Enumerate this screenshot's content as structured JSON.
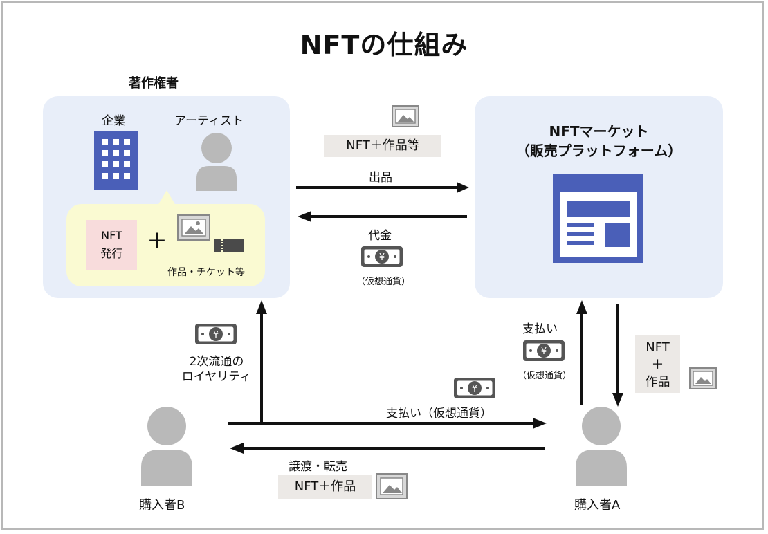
{
  "title": "NFTの仕組み",
  "copyright_holder": {
    "heading": "著作権者",
    "company_label": "企業",
    "artist_label": "アーティスト",
    "nft_issue_line1": "NFT",
    "nft_issue_line2": "発行",
    "plus": "＋",
    "works_label": "作品・チケット等"
  },
  "marketplace": {
    "line1": "NFTマーケット",
    "line2": "（販売プラットフォーム）"
  },
  "top_flow": {
    "chip": "NFT＋作品等",
    "listing": "出品",
    "payment": "代金",
    "currency_note": "（仮想通貨）",
    "yen": "¥"
  },
  "royalty": {
    "line1": "2次流通の",
    "line2": "ロイヤリティ"
  },
  "buyer_a_flow": {
    "payment": "支払い",
    "currency_note": "（仮想通貨）",
    "nft_line1": "NFT",
    "nft_line2": "＋",
    "nft_line3": "作品"
  },
  "bottom_flow": {
    "payment": "支払い（仮想通貨）",
    "transfer": "譲渡・転売",
    "chip": "NFT＋作品"
  },
  "buyer_a": "購入者A",
  "buyer_b": "購入者B",
  "colors": {
    "panel": "#e8eef9",
    "bubble": "#fafad2",
    "building": "#4a5fb8",
    "person": "#b9b9b9",
    "chip": "#ece9e6",
    "pink": "#f8dcdc"
  }
}
